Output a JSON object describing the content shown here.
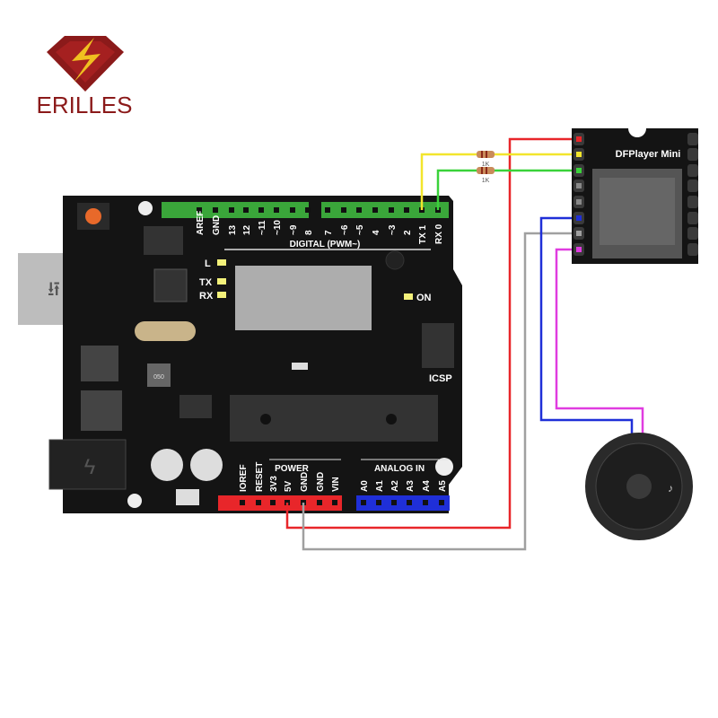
{
  "logo": {
    "text": "ERILLES",
    "color": "#8b1a1a"
  },
  "arduino": {
    "digital_header_label": "DIGITAL (PWM~)",
    "digital_pins": [
      "AREF",
      "GND",
      "13",
      "12",
      "~11",
      "~10",
      "~9",
      "8",
      "7",
      "~6",
      "~5",
      "4",
      "~3",
      "2",
      "TX 1",
      "RX 0"
    ],
    "led_labels": [
      "L",
      "TX",
      "RX"
    ],
    "on_label": "ON",
    "icsp_label": "ICSP",
    "chip_marking": "050",
    "power_label": "POWER",
    "analog_label": "ANALOG IN",
    "power_pins": [
      "IOREF",
      "RESET",
      "3V3",
      "5V",
      "GND",
      "GND",
      "VIN"
    ],
    "analog_pins": [
      "A0",
      "A1",
      "A2",
      "A3",
      "A4",
      "A5"
    ]
  },
  "dfplayer": {
    "title": "DFPlayer Mini"
  },
  "resistors": [
    {
      "label": "1K"
    },
    {
      "label": "1K"
    }
  ],
  "wire_colors": {
    "vcc": "#e8262a",
    "tx": "#f2e52c",
    "rx": "#3ad23a",
    "gnd": "#a0a0a0",
    "spk1": "#1f2fd8",
    "spk2": "#e03ce0"
  }
}
